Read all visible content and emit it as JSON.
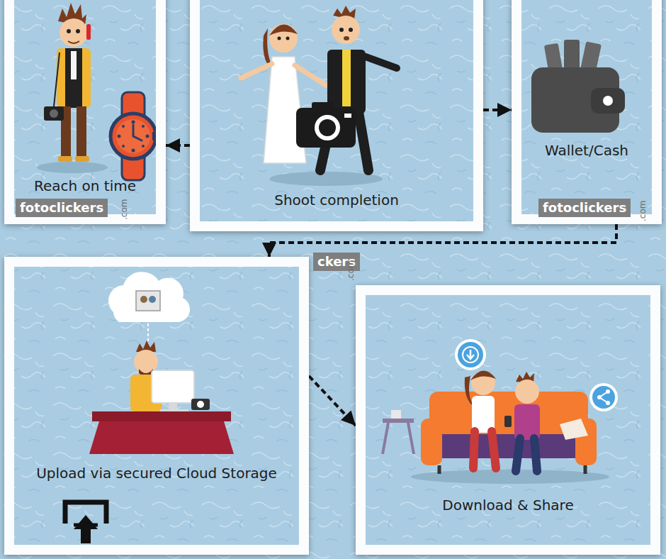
{
  "diagram": {
    "nodes": [
      {
        "text": [
          "Reach on time"
        ]
      },
      {
        "text": [
          "Shoot completion"
        ]
      },
      {
        "text": [
          "Wallet/Cash"
        ]
      },
      {
        "text": [
          "Upload via secured Cloud Storage"
        ]
      },
      {
        "text": [
          "Download & Share"
        ]
      }
    ],
    "edges": [
      {
        "from": 1,
        "to": 0,
        "arrow": "to"
      },
      {
        "from": 1,
        "to": 2,
        "arrow": "to"
      },
      {
        "from": 2,
        "to": 3,
        "arrow": "to"
      },
      {
        "from": 3,
        "to": 4,
        "arrow": "to"
      }
    ],
    "labels": [
      "fotoclickers",
      ".com",
      "fotoclickers",
      ".com",
      "ckers",
      ".com"
    ]
  }
}
